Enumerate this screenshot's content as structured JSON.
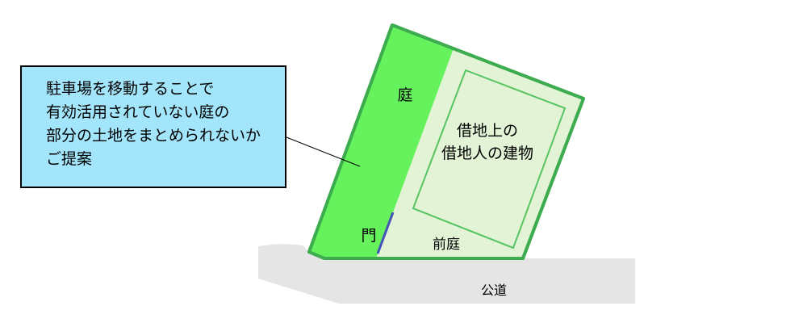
{
  "callout": {
    "lines": [
      "駐車場を移動することで",
      "有効活用されていない庭の",
      "部分の土地をまとめられないか",
      "ご提案"
    ]
  },
  "labels": {
    "garden": "庭",
    "building_line1": "借地上の",
    "building_line2": "借地人の建物",
    "gate": "門",
    "front_garden": "前庭",
    "public_road": "公道"
  },
  "colors": {
    "garden_fill": "#66f25c",
    "lot_fill": "#e2f3d6",
    "lot_border": "#3cac4e",
    "callout_fill": "#a3e5fb",
    "gate_line": "#4453b8",
    "road_fill": "#e5e5e5"
  }
}
